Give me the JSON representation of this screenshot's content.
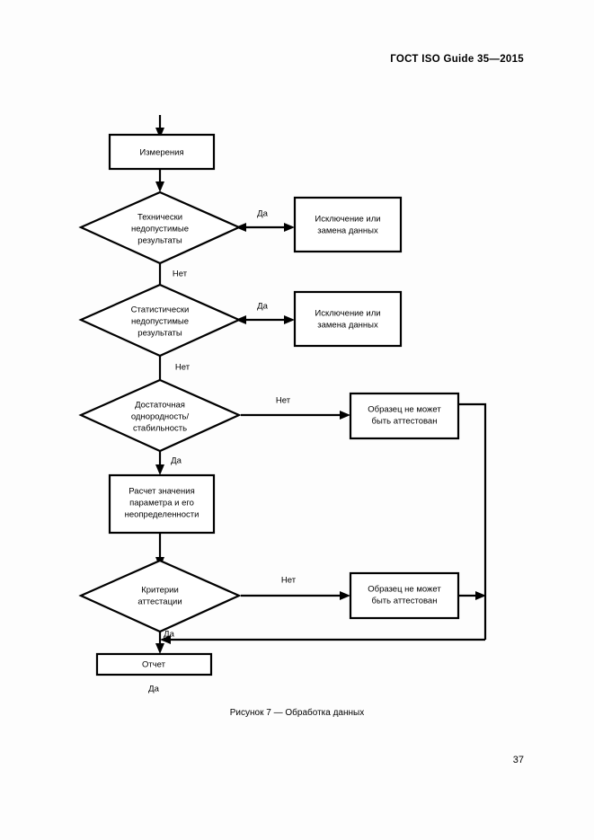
{
  "document": {
    "standard_header": "ГОСТ ISO Guide 35—2015",
    "page_number": "37",
    "figure_caption": "Рисунок 7 — Обработка данных"
  },
  "flowchart": {
    "title": "Обработка данных",
    "nodes": {
      "measurements": {
        "label": "Измерения",
        "type": "process"
      },
      "technical_invalid": {
        "label_line1": "Технически",
        "label_line2": "недопустимые",
        "label_line3": "результаты",
        "type": "decision"
      },
      "exclude_replace_1": {
        "label_line1": "Исключение или",
        "label_line2": "замена данных",
        "type": "process"
      },
      "statistical_invalid": {
        "label_line1": "Статистически",
        "label_line2": "недопустимые",
        "label_line3": "результаты",
        "type": "decision"
      },
      "exclude_replace_2": {
        "label_line1": "Исключение или",
        "label_line2": "замена данных",
        "type": "process"
      },
      "homogeneity": {
        "label_line1": "Достаточная",
        "label_line2": "однородность/",
        "label_line3": "стабильность",
        "type": "decision"
      },
      "not_certified_1": {
        "label_line1": "Образец не может",
        "label_line2": "быть аттестован",
        "type": "process"
      },
      "calculation": {
        "label_line1": "Расчет значения",
        "label_line2": "параметра и его",
        "label_line3": "неопределенности",
        "type": "process"
      },
      "criteria": {
        "label_line1": "Критерии",
        "label_line2": "аттестации",
        "type": "decision"
      },
      "not_certified_2": {
        "label_line1": "Образец не может",
        "label_line2": "быть аттестован",
        "type": "process"
      },
      "report": {
        "label": "Отчет",
        "type": "process"
      }
    },
    "edge_labels": {
      "technical_yes": "Да",
      "technical_no": "Нет",
      "statistical_yes": "Да",
      "statistical_no": "Нет",
      "homogeneity_no": "Нет",
      "homogeneity_yes": "Да",
      "criteria_no": "Нет",
      "criteria_yes": "Да",
      "report_below": "Да"
    },
    "colors": {
      "stroke": "#000000",
      "fill": "#ffffff",
      "background": "#fdfdfd"
    }
  }
}
